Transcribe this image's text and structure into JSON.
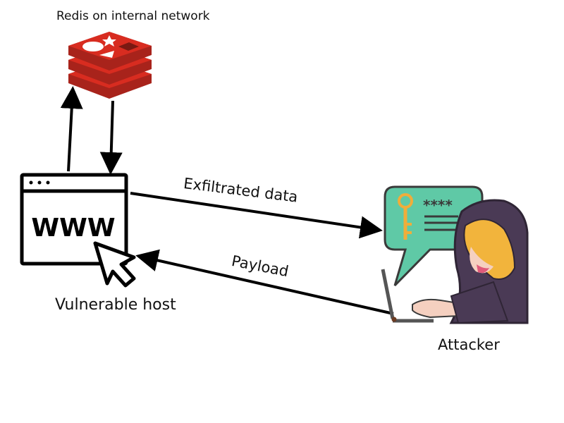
{
  "diagram": {
    "nodes": {
      "redis": {
        "label": "Redis on internal network",
        "icon": "redis-logo-icon",
        "color": "#d82c20"
      },
      "host": {
        "label": "Vulnerable host",
        "icon": "browser-www-icon",
        "inner_text": "WWW"
      },
      "attacker": {
        "label": "Attacker",
        "icon": "hooded-hacker-laptop-icon",
        "bubble_text": "****",
        "bubble_color": "#5fc9a6"
      }
    },
    "edges": [
      {
        "from": "host",
        "to": "redis",
        "label": ""
      },
      {
        "from": "redis",
        "to": "host",
        "label": ""
      },
      {
        "from": "host",
        "to": "attacker",
        "label": "Exfiltrated data"
      },
      {
        "from": "attacker",
        "to": "host",
        "label": "Payload"
      }
    ]
  }
}
